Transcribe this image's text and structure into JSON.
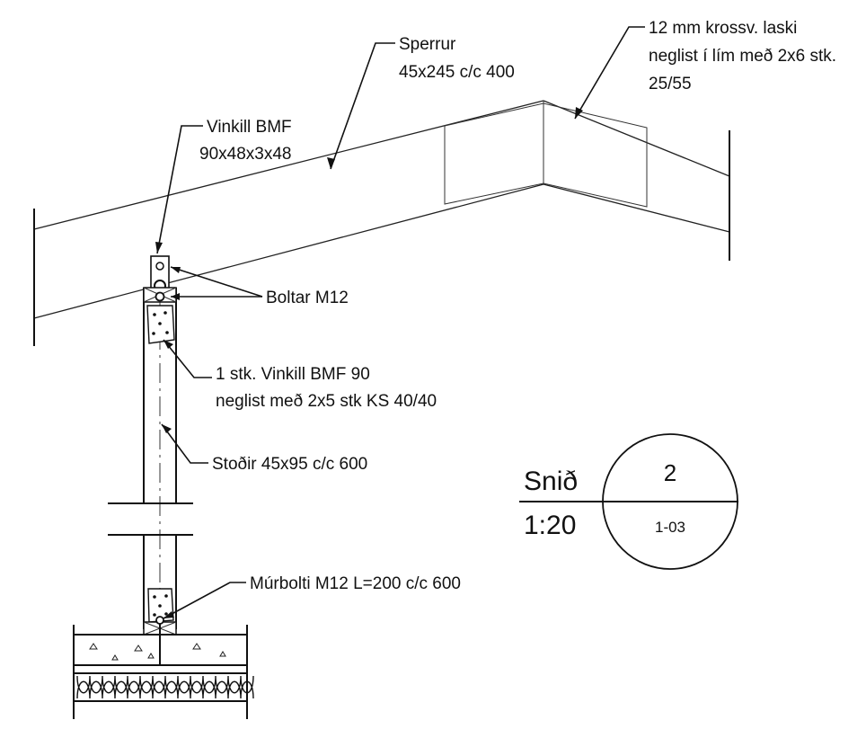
{
  "labels": {
    "rafter_name": "Sperrur",
    "rafter_size": "45x245 c/c 400",
    "gusset_line1": "12 mm krossv. laski",
    "gusset_line2": "neglist í lím með 2x6 stk.",
    "gusset_line3": "25/55",
    "angle_top_name": "Vinkill BMF",
    "angle_top_size": "90x48x3x48",
    "bolts": "Boltar M12",
    "angle_side_line1": "1 stk. Vinkill BMF 90",
    "angle_side_line2": "neglist með 2x5 stk KS 40/40",
    "studs": "Stoðir 45x95 c/c 600",
    "anchor_bolt": "Múrbolti M12 L=200 c/c 600"
  },
  "section_mark": {
    "title": "Snið",
    "scale": "1:20",
    "number": "2",
    "sheet": "1-03"
  }
}
